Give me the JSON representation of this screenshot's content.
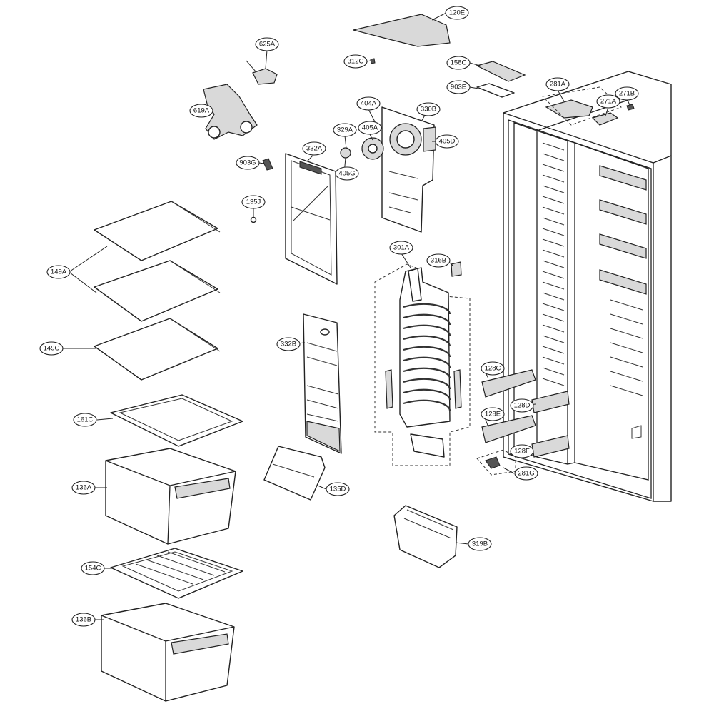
{
  "diagram": {
    "callouts": {
      "c120E": "120E",
      "c625A": "625A",
      "c312C": "312C",
      "c158C": "158C",
      "c903E": "903E",
      "c281A": "281A",
      "c271B": "271B",
      "c271A": "271A",
      "c404A": "404A",
      "c330B": "330B",
      "c619A": "619A",
      "c329A": "329A",
      "c405A": "405A",
      "c405D": "405D",
      "c332A": "332A",
      "c903G": "903G",
      "c405G": "405G",
      "c135J": "135J",
      "c149A": "149A",
      "c301A": "301A",
      "c316B": "316B",
      "c332B": "332B",
      "c149C": "149C",
      "c128C": "128C",
      "c128D": "128D",
      "c128E": "128E",
      "c161C": "161C",
      "c128F": "128F",
      "c281G": "281G",
      "c135D": "135D",
      "c136A": "136A",
      "c319B": "319B",
      "c154C": "154C",
      "c136B": "136B"
    }
  }
}
